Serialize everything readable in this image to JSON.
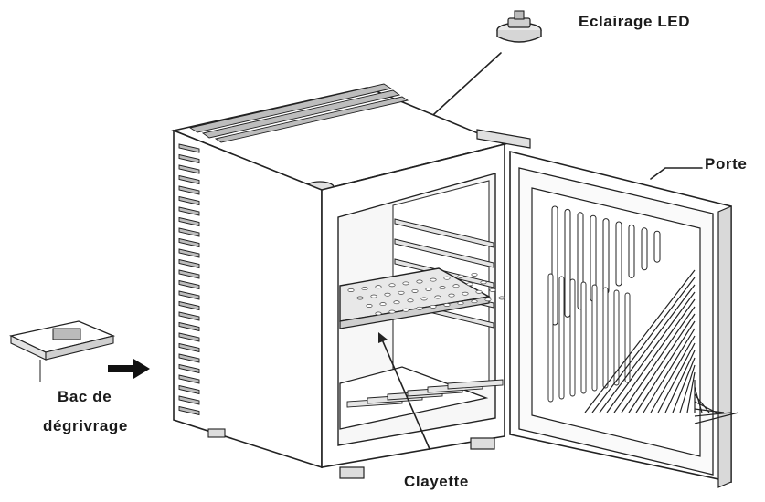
{
  "labels": {
    "led": "Eclairage LED",
    "porte": "Porte",
    "bac_line1": "Bac de",
    "bac_line2": "dégrivrage",
    "clayette": "Clayette"
  },
  "colors": {
    "line": "#222222",
    "background": "#ffffff",
    "vent_fill": "#bdbdbd"
  },
  "icons": [
    "led-bulb-icon",
    "arrow-right-icon"
  ]
}
